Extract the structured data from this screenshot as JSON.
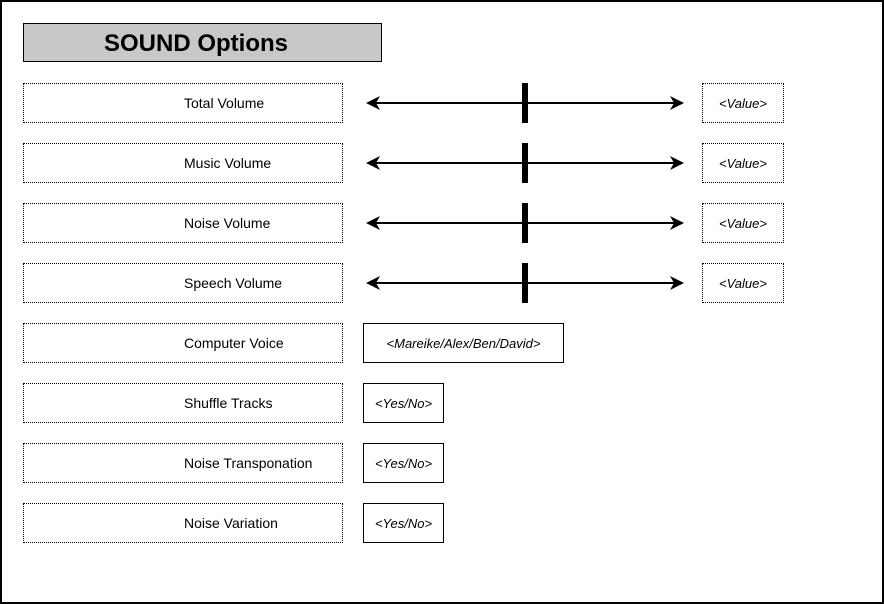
{
  "title": "SOUND Options",
  "sliders": [
    {
      "label": "Total Volume",
      "value": "<Value>",
      "level": 0.5
    },
    {
      "label": "Music Volume",
      "value": "<Value>",
      "level": 0.5
    },
    {
      "label": "Noise Volume",
      "value": "<Value>",
      "level": 0.5
    },
    {
      "label": "Speech Volume",
      "value": "<Value>",
      "level": 0.5
    }
  ],
  "options": [
    {
      "label": "Computer Voice",
      "value": "<Mareike/Alex/Ben/David>"
    },
    {
      "label": "Shuffle Tracks",
      "value": "<Yes/No>"
    },
    {
      "label": "Noise Transponation",
      "value": "<Yes/No>"
    },
    {
      "label": "Noise Variation",
      "value": "<Yes/No>"
    }
  ]
}
